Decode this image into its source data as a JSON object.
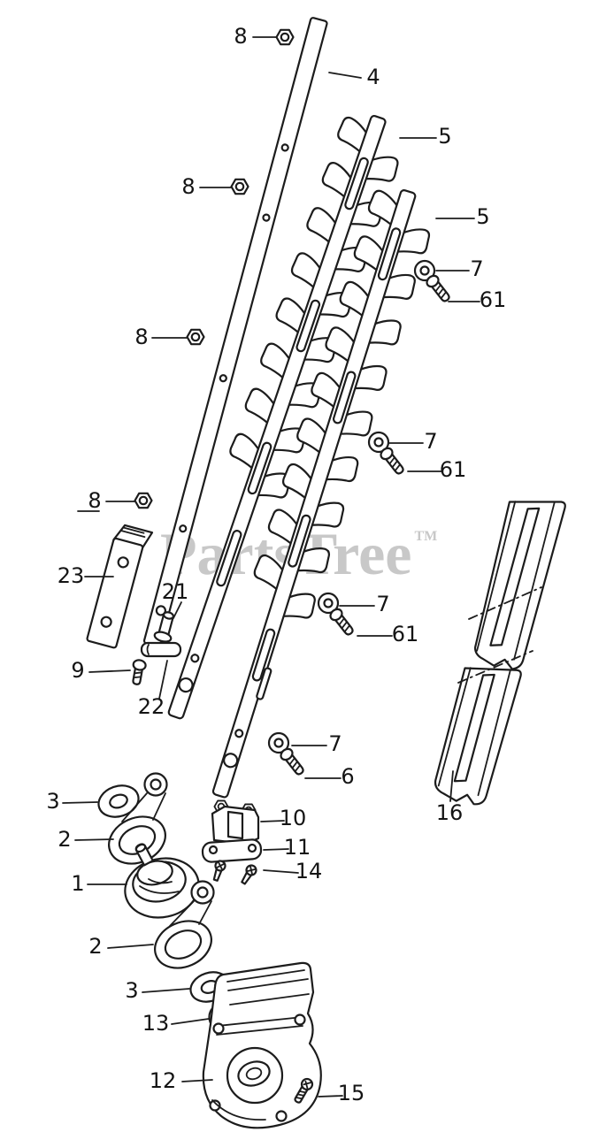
{
  "watermark": {
    "text": "PartsTree",
    "tm": "TM"
  },
  "colors": {
    "line": "#1c1c1c",
    "watermark": "#c8c8c8",
    "background": "#ffffff"
  },
  "diagram": {
    "kind": "exploded-parts-diagram",
    "subject": "hedge-trimmer blade assembly"
  },
  "callouts": [
    {
      "text": "8"
    },
    {
      "text": "4"
    },
    {
      "text": "5"
    },
    {
      "text": "5"
    },
    {
      "text": "7"
    },
    {
      "text": "61"
    },
    {
      "text": "8"
    },
    {
      "text": "8"
    },
    {
      "text": "7"
    },
    {
      "text": "61"
    },
    {
      "text": "8"
    },
    {
      "text": "23"
    },
    {
      "text": "21"
    },
    {
      "text": "9"
    },
    {
      "text": "22"
    },
    {
      "text": "7"
    },
    {
      "text": "61"
    },
    {
      "text": "7"
    },
    {
      "text": "6"
    },
    {
      "text": "16"
    },
    {
      "text": "3"
    },
    {
      "text": "2"
    },
    {
      "text": "1"
    },
    {
      "text": "10"
    },
    {
      "text": "11"
    },
    {
      "text": "14"
    },
    {
      "text": "2"
    },
    {
      "text": "3"
    },
    {
      "text": "13"
    },
    {
      "text": "12"
    },
    {
      "text": "15"
    }
  ]
}
